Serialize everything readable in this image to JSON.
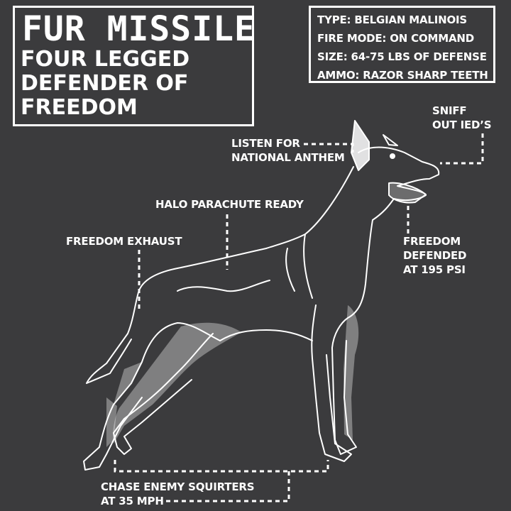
{
  "title": {
    "main": "FUR MISSILE",
    "sub": "FOUR LEGGED\nDEFENDER OF\nFREEDOM"
  },
  "specs": [
    "TYPE: BELGIAN MALINOIS",
    "FIRE MODE: ON COMMAND",
    "SIZE: 64-75 LBS OF DEFENSE",
    "AMMO: RAZOR SHARP TEETH"
  ],
  "callouts": {
    "sniff": "SNIFF\nOUT IED’S",
    "listen": "LISTEN FOR\nNATIONAL ANTHEM",
    "halo": "HALO PARACHUTE READY",
    "exhaust": "FREEDOM EXHAUST",
    "bite": "FREEDOM\nDEFENDED\nAT 195 PSI",
    "speed": "CHASE ENEMY SQUIRTERS\nAT 35 MPH"
  },
  "colors": {
    "background": "#3b3b3d",
    "ink": "#ffffff"
  }
}
